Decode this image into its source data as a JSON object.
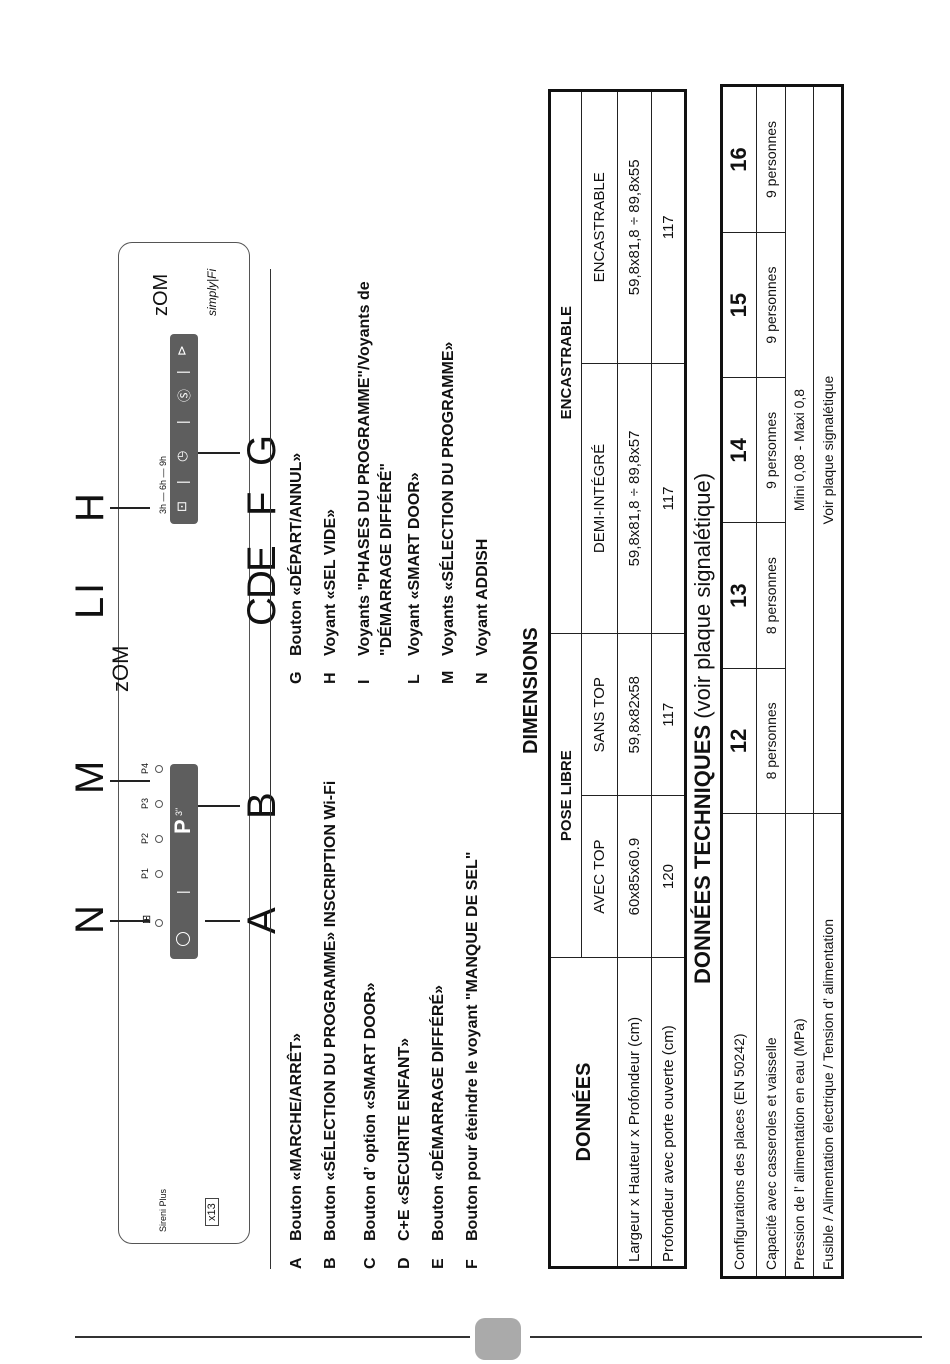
{
  "panel": {
    "brand": "Sireni Plus",
    "x13": "x13",
    "zoom1": "zOM",
    "zoom2": "zOM",
    "simplyfi": "simply|Fi",
    "prog_labels": [
      "P1",
      "P2",
      "P3",
      "P4"
    ],
    "p_button": "P",
    "p_sub": "3\"",
    "timer_scale": "3h — 6h — 9h",
    "letters_top": [
      "N",
      "M",
      "L",
      "I",
      "H"
    ],
    "letters_bottom": [
      "A",
      "B",
      "C",
      "D",
      "E",
      "F",
      "G"
    ]
  },
  "legend": {
    "col1": [
      {
        "key": "A",
        "text": "Bouton «MARCHE/ARRÊT»"
      },
      {
        "key": "B",
        "text": "Bouton «SÉLECTION DU PROGRAMME» INSCRIPTION Wi-Fi"
      },
      {
        "key": "C",
        "text": "Bouton d’  option «SMART DOOR»"
      },
      {
        "key": "D",
        "text": "C+E «SECURITE ENFANT»"
      },
      {
        "key": "E",
        "text": "Bouton «DÉMARRAGE DIFFÉRÉ»"
      },
      {
        "key": "F",
        "text": "Bouton pour éteindre le voyant \"MANQUE DE SEL\""
      }
    ],
    "col2": [
      {
        "key": "G",
        "text": "Bouton «DÉPART/ANNUL»"
      },
      {
        "key": "H",
        "text": "Voyant «SEL VIDE»"
      },
      {
        "key": "I",
        "text": "Voyants \"PHASES DU PROGRAMME\"/Voyants de",
        "text2": "\"DÉMARRAGE DIFFÉRÉ\""
      },
      {
        "key": "L",
        "text": "Voyant «SMART DOOR»"
      },
      {
        "key": "M",
        "text": "Voyants «SÉLECTION DU PROGRAMME»"
      },
      {
        "key": "N",
        "text": "Voyant ADDISH"
      }
    ]
  },
  "dimensions": {
    "title": "DIMENSIONS",
    "donnees": "DONNÉES",
    "pose_libre": "POSE LIBRE",
    "encastrable": "ENCASTRABLE",
    "cols": [
      "AVEC TOP",
      "SANS TOP",
      "DEMI-INTÉGRÉ",
      "ENCASTRABLE"
    ],
    "rows": [
      {
        "label": "Largeur x Hauteur x Profondeur (cm)",
        "values": [
          "60x85x60.9",
          "59,8x82x58",
          "59,8x81,8 ÷ 89,8x57",
          "59,8x81,8 ÷ 89,8x55"
        ]
      },
      {
        "label": "Profondeur avec porte ouverte (cm)",
        "values": [
          "120",
          "117",
          "117",
          "117"
        ]
      }
    ]
  },
  "tech": {
    "title_bold": "DONNÉES TECHNIQUES",
    "title_rest": " (voir plaque signalétique)",
    "models": [
      "12",
      "13",
      "14",
      "15",
      "16"
    ],
    "rows": [
      {
        "label": "Configurations des places (EN 50242)",
        "values": [
          "12",
          "13",
          "14",
          "15",
          "16"
        ]
      },
      {
        "label": "Capacité avec casseroles et vaisselle",
        "values": [
          "8 personnes",
          "8 personnes",
          "9 personnes",
          "9 personnes",
          "9 personnes"
        ]
      },
      {
        "label": "Pression de l’  alimentation en eau (MPa)",
        "span": "Mini 0,08 - Maxi 0,8"
      },
      {
        "label": "Fusible / Alimentation électrique / Tension d’  alimentation",
        "span": "Voir plaque signalétique"
      }
    ]
  }
}
